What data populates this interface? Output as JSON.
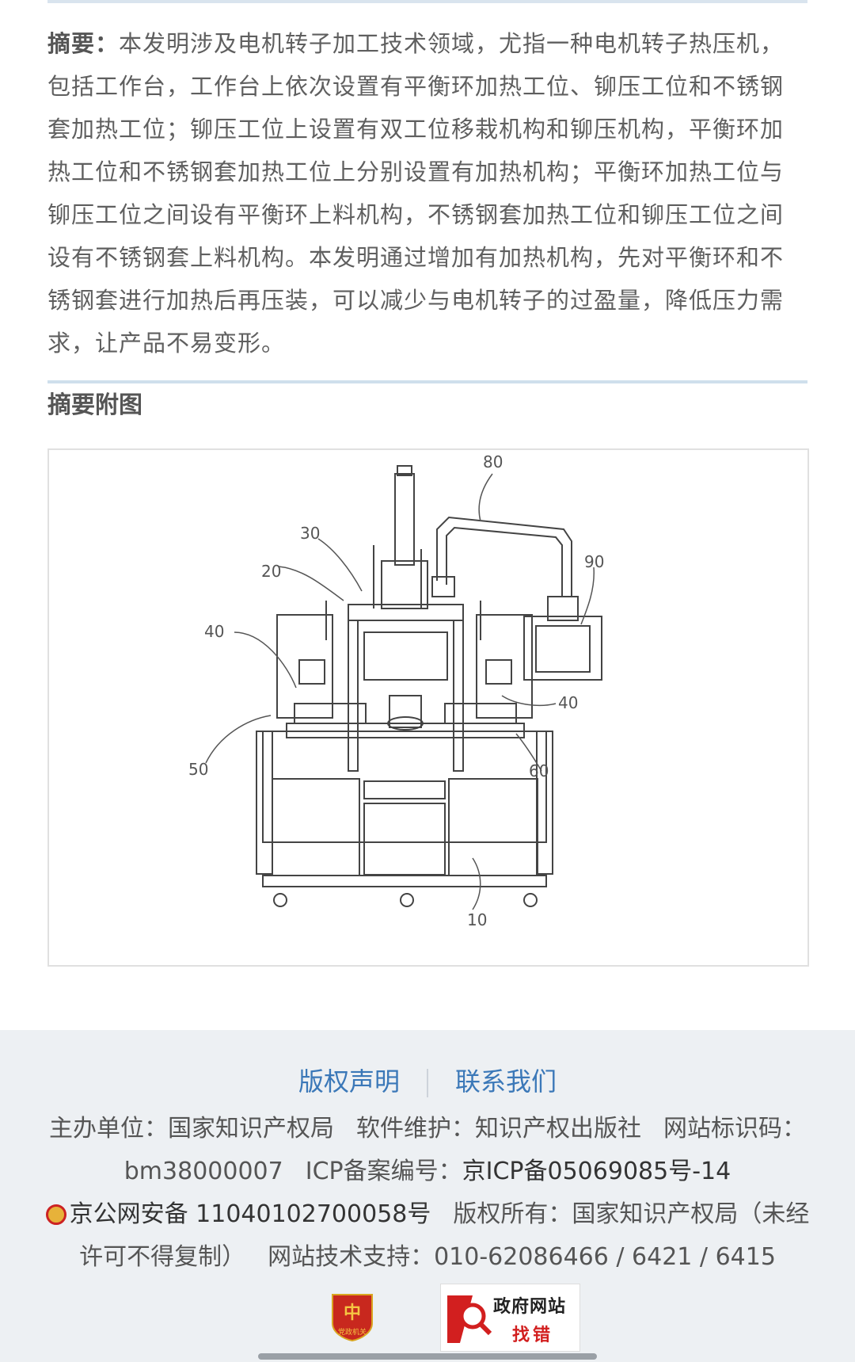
{
  "abstract": {
    "label": "摘要：",
    "text": "本发明涉及电机转子加工技术领域，尤指一种电机转子热压机，包括工作台，工作台上依次设置有平衡环加热工位、铆压工位和不锈钢套加热工位；铆压工位上设置有双工位移栽机构和铆压机构，平衡环加热工位和不锈钢套加热工位上分别设置有加热机构；平衡环加热工位与铆压工位之间设有平衡环上料机构，不锈钢套加热工位和铆压工位之间设有不锈钢套上料机构。本发明通过增加有加热机构，先对平衡环和不锈钢套进行加热后再压装，可以减少与电机转子的过盈量，降低压力需求，让产品不易变形。"
  },
  "figure": {
    "title": "摘要附图",
    "labels": {
      "l80": "80",
      "l30": "30",
      "l20": "20",
      "l90": "90",
      "l40a": "40",
      "l40b": "40",
      "l50": "50",
      "l60": "60",
      "l10": "10"
    }
  },
  "footer": {
    "link_copyright": "版权声明",
    "link_contact": "联系我们",
    "host": "主办单位：国家知识产权局",
    "maintain": "软件维护：知识产权出版社",
    "site_id_label": "网站标识码：",
    "site_id": "bm38000007",
    "icp_label": "ICP备案编号：",
    "icp": "京ICP备05069085号-14",
    "police": "京公网安备 11040102700058号",
    "rights": "版权所有：国家知识产权局（未经许可不得复制）",
    "support": "网站技术支持：010-62086466 / 6421 / 6415",
    "badge_party": "党政机关",
    "badge_gov_line1": "政府网站",
    "badge_gov_line2": "找错"
  }
}
